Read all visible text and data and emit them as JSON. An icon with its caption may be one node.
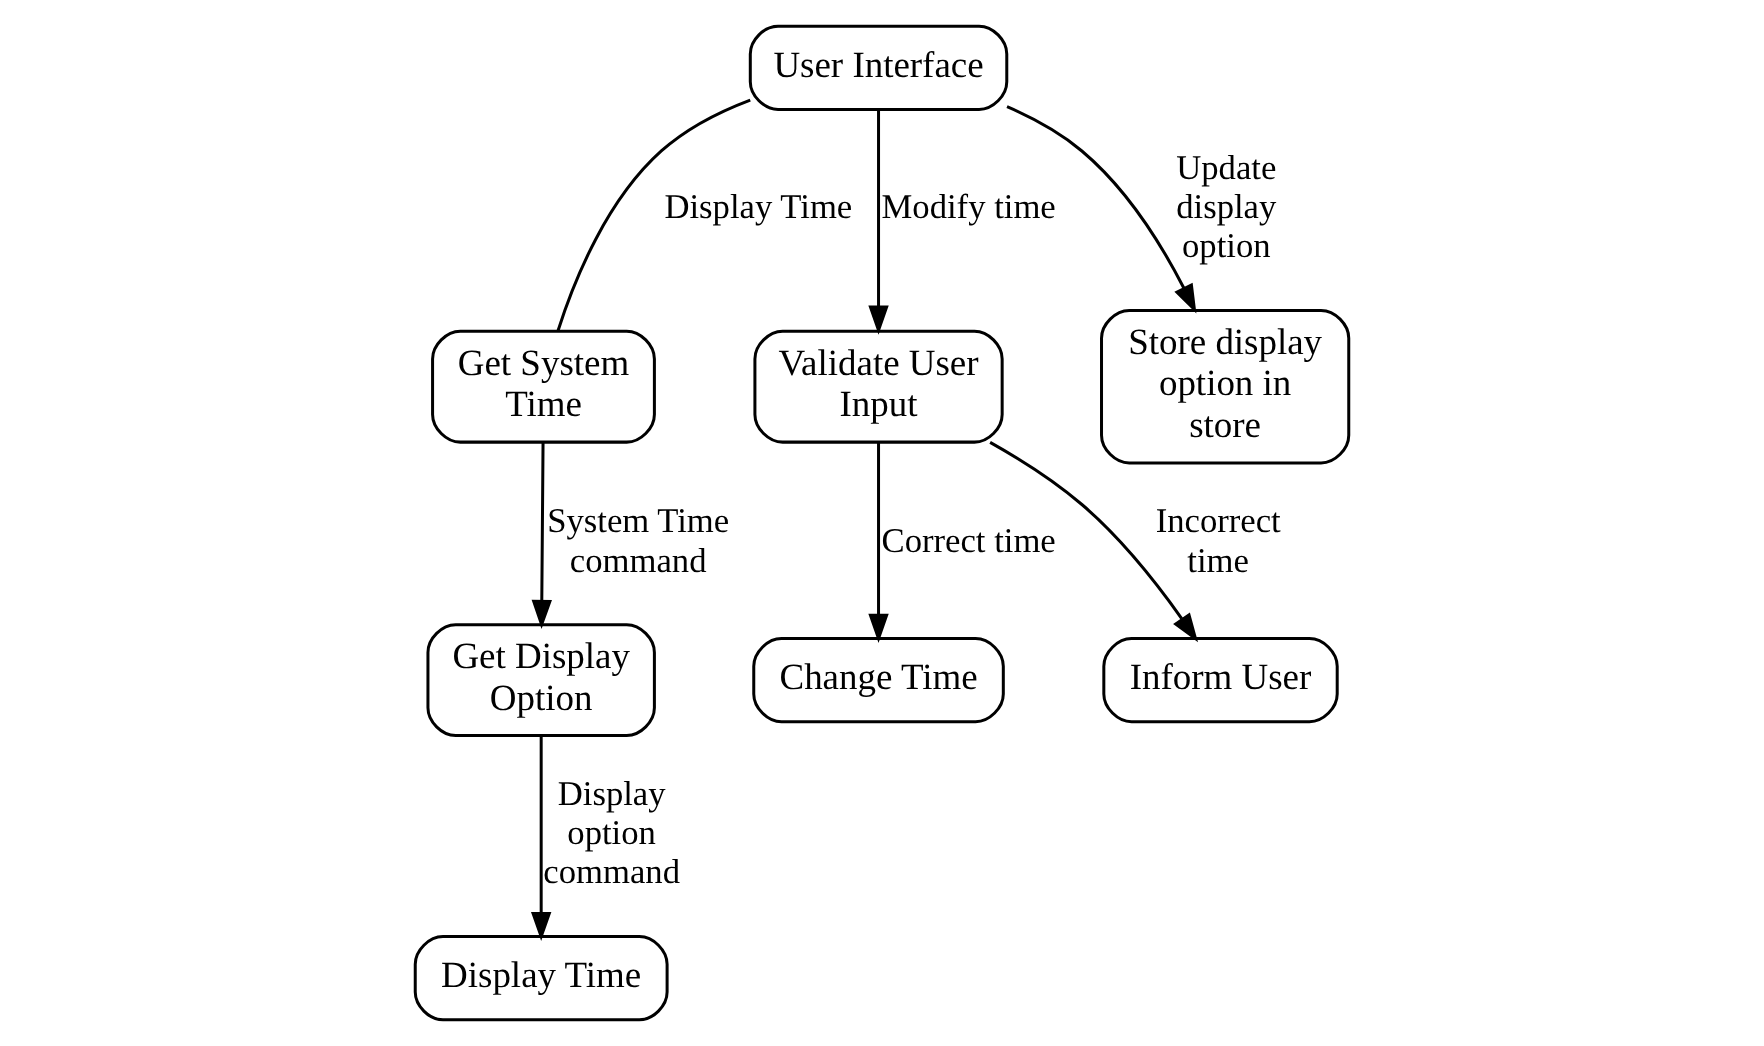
{
  "diagram": {
    "nodes": [
      {
        "text": [
          "User Interface"
        ]
      },
      {
        "text": [
          "Get System Time"
        ]
      },
      {
        "text": [
          "Validate User Input"
        ]
      },
      {
        "text": [
          "Store display option in store"
        ]
      },
      {
        "text": [
          "Get Display Option"
        ]
      },
      {
        "text": [
          "Change Time"
        ]
      },
      {
        "text": [
          "Inform User"
        ]
      },
      {
        "text": [
          "Display Time"
        ]
      }
    ],
    "edges": [
      {
        "from": 0,
        "to": 1,
        "arrow": "none",
        "label": "Display Time"
      },
      {
        "from": 0,
        "to": 2,
        "arrow": "to",
        "label": "Modify time"
      },
      {
        "from": 0,
        "to": 3,
        "arrow": "to",
        "label": "Update display option"
      },
      {
        "from": 1,
        "to": 4,
        "arrow": "to",
        "label": "System Time command"
      },
      {
        "from": 2,
        "to": 5,
        "arrow": "to",
        "label": "Correct time"
      },
      {
        "from": 2,
        "to": 6,
        "arrow": "to",
        "label": "Incorrect time"
      },
      {
        "from": 4,
        "to": 7,
        "arrow": "to",
        "label": "Display option command"
      }
    ]
  }
}
